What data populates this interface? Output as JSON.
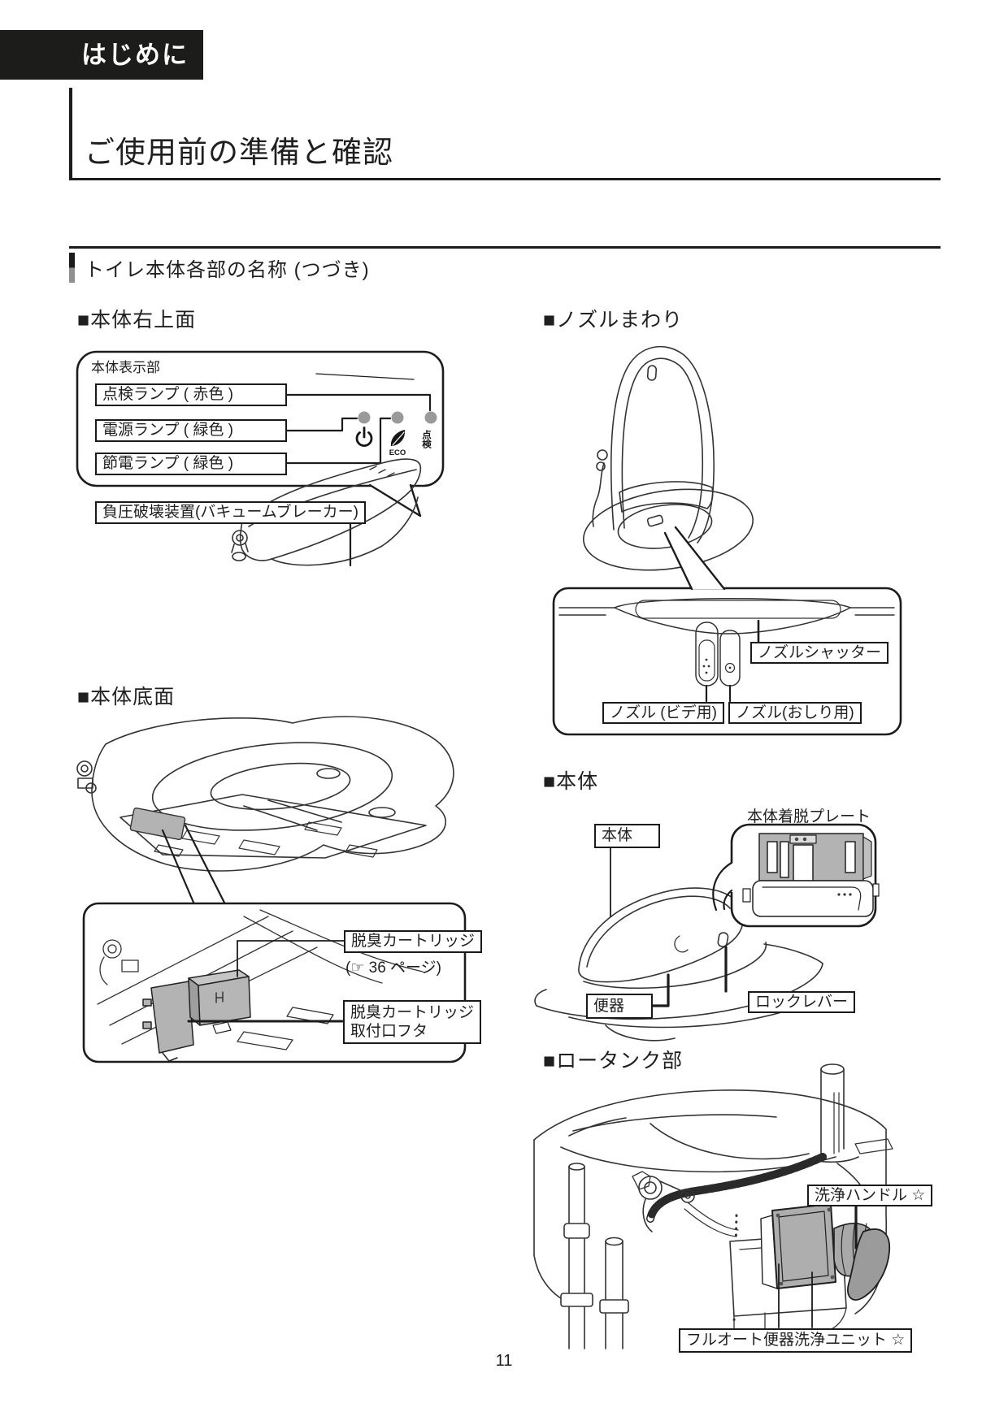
{
  "page": {
    "chapter_tab": "はじめに",
    "title": "ご使用前の準備と確認",
    "section_heading": "トイレ本体各部の名称 (つづき)",
    "page_number": "11"
  },
  "colors": {
    "ink": "#1f1f1f",
    "lamp_gray": "#9a9a9a",
    "part_gray": "#b3b3b3"
  },
  "sections": {
    "body_top_right": {
      "heading": "■本体右上面",
      "panel_label": "本体表示部",
      "labels": {
        "inspection_lamp": "点検ランプ ( 赤色 )",
        "power_lamp": "電源ランプ ( 緑色 )",
        "eco_lamp": "節電ランプ ( 緑色 )",
        "vacuum_breaker": "負圧破壊装置(バキュームブレーカー)"
      },
      "icons": {
        "power": "power-symbol",
        "eco_text": "ECO",
        "inspection_text": "点検"
      }
    },
    "body_bottom": {
      "heading": "■本体底面",
      "labels": {
        "cartridge": "脱臭カートリッジ",
        "cartridge_ref": "(☞ 36 ページ)",
        "cover_line1": "脱臭カートリッジ",
        "cover_line2": "取付口フタ"
      }
    },
    "nozzle_area": {
      "heading": "■ノズルまわり",
      "labels": {
        "shutter": "ノズルシャッター",
        "nozzle_bidet": "ノズル (ビデ用)",
        "nozzle_rear": "ノズル(おしり用)"
      }
    },
    "body": {
      "heading": "■本体",
      "labels": {
        "plate": "本体着脱プレート",
        "body": "本体",
        "bowl": "便器",
        "lock_lever": "ロックレバー"
      }
    },
    "tank": {
      "heading": "■ロータンク部",
      "labels": {
        "flush_handle": "洗浄ハンドル ☆",
        "full_auto_unit": "フルオート便器洗浄ユニット ☆"
      }
    }
  }
}
